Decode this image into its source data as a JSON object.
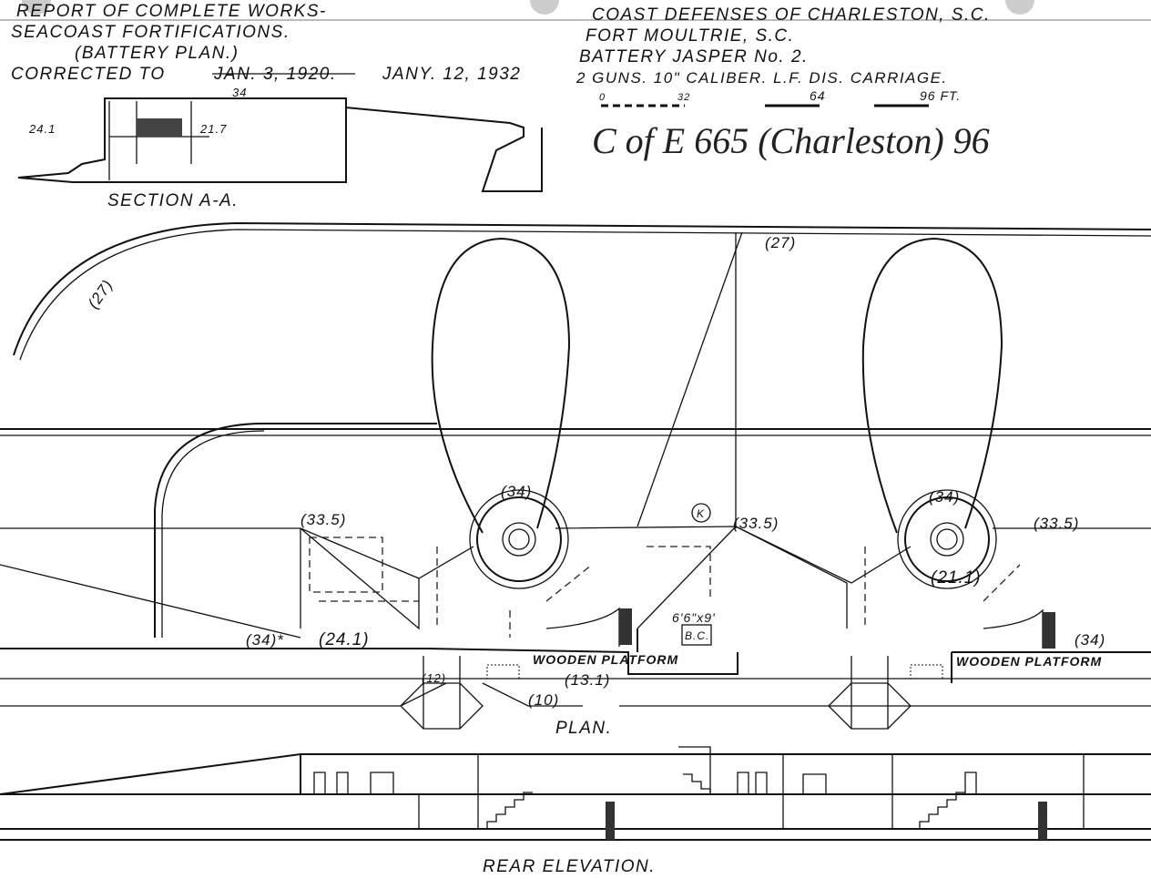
{
  "title_block_left": {
    "line1": "REPORT OF COMPLETE WORKS-",
    "line2": "SEACOAST FORTIFICATIONS.",
    "line3": "(BATTERY PLAN.)",
    "line4_prefix": "CORRECTED TO",
    "line4_struck": "JAN. 3, 1920.",
    "line4_date": "JANY. 12, 1932"
  },
  "title_block_right": {
    "line1": "COAST DEFENSES OF CHARLESTON, S.C.",
    "line2": "FORT MOULTRIE, S.C.",
    "line3": "BATTERY JASPER No. 2.",
    "line4": "2 GUNS. 10\" CALIBER. L.F. DIS. CARRIAGE.",
    "scale": [
      "0",
      "32",
      "64",
      "96 FT."
    ]
  },
  "handwritten_ref": "C of E 665 (Charleston) 96",
  "section": {
    "title": "SECTION A-A.",
    "elevations": [
      "34",
      "24.1",
      "21.7"
    ]
  },
  "plan": {
    "title": "PLAN.",
    "labels": {
      "arc_left": "(27)",
      "top_mid": "(27)",
      "gun1": "(34)",
      "gun2": "(34)",
      "corner_left": "(33.5)",
      "corner_mid": "(33.5)",
      "corner_right": "(33.5)",
      "left_low": "(34)*",
      "left_room": "(24.1)",
      "gun2_pit": "(21.1)",
      "right_low": "(34)",
      "stair": "(12)",
      "platform_level": "(13.1)",
      "road": "(10)",
      "platform1": "WOODEN PLATFORM",
      "platform2": "WOODEN PLATFORM",
      "bc_size": "6'6\"x9'",
      "bc": "B.C.",
      "k": "K"
    }
  },
  "elevation": {
    "title": "REAR ELEVATION."
  }
}
